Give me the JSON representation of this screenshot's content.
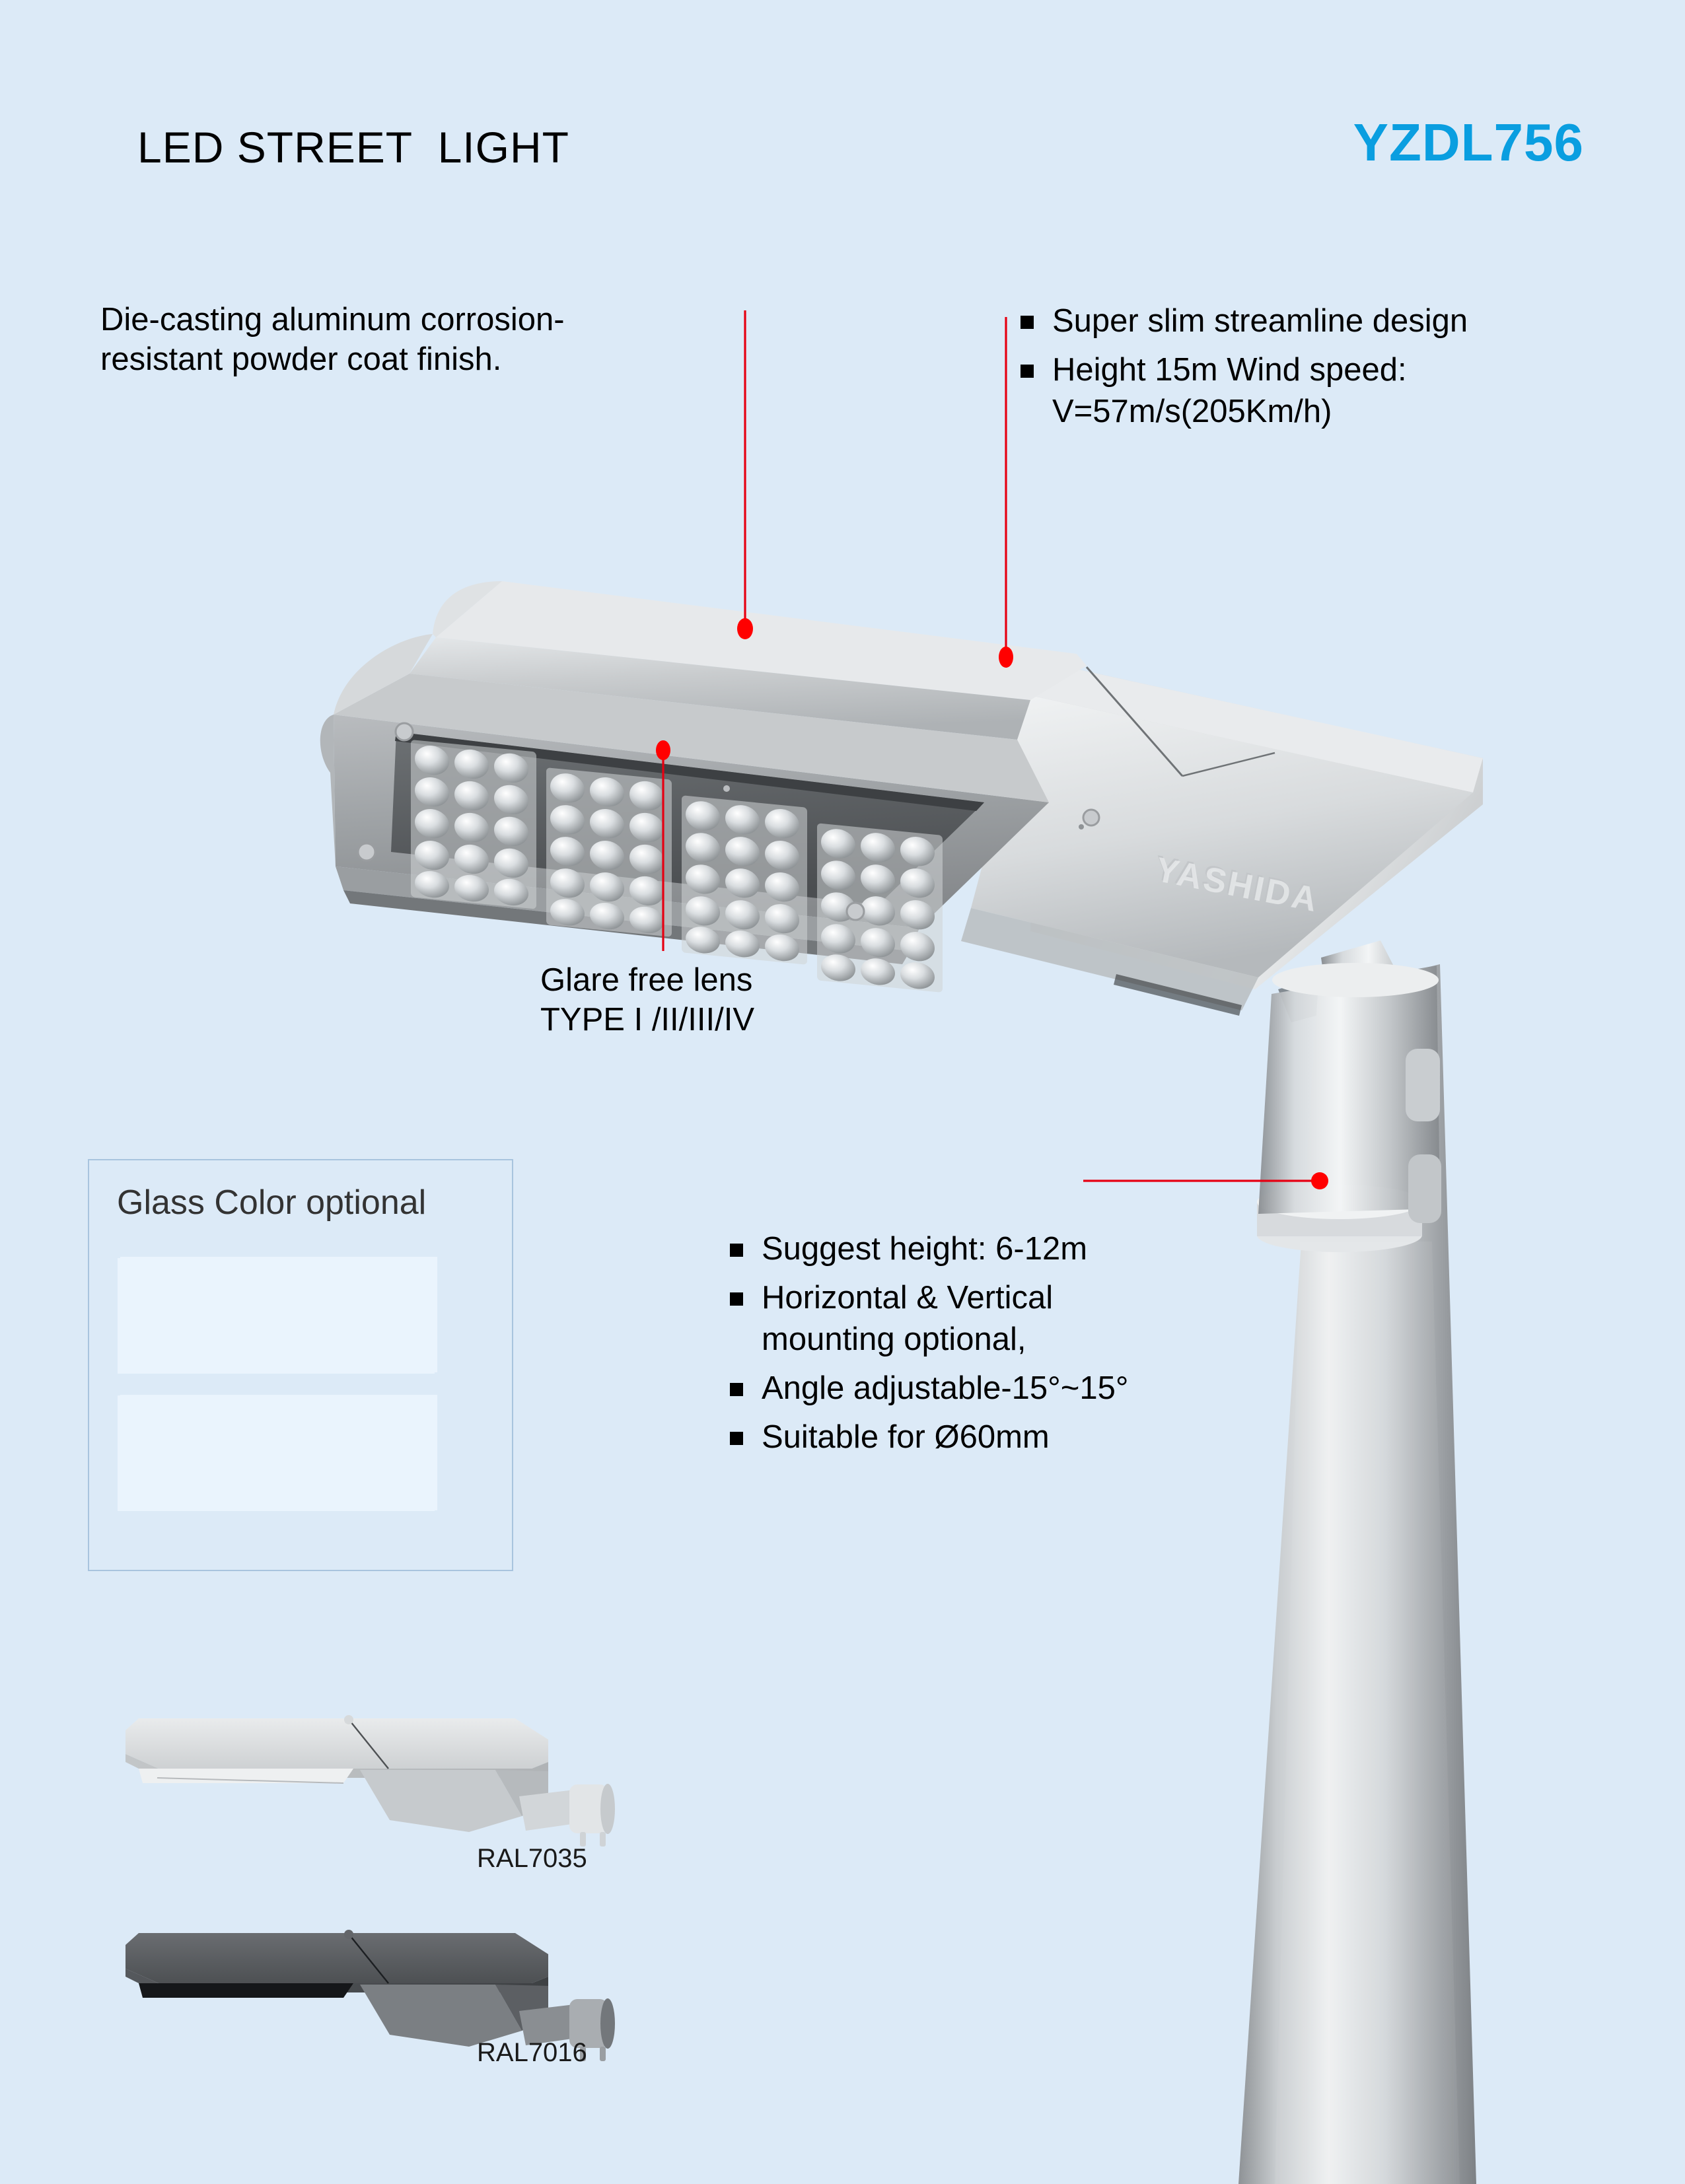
{
  "header": {
    "title": "LED STREET  LIGHT",
    "model": "YZDL756",
    "model_color": "#0a9ee0"
  },
  "background_color": "#dceaf7",
  "callouts": [
    {
      "id": "housing-finish",
      "lines": [
        "Die-casting aluminum corrosion-",
        "resistant powder coat finish."
      ]
    },
    {
      "id": "glare-free-lens",
      "lines": [
        "Glare free lens",
        "TYPE I /II/III/IV"
      ]
    }
  ],
  "features_top_right": {
    "items": [
      {
        "lines": [
          "Super slim streamline design"
        ]
      },
      {
        "lines": [
          "Height 15m Wind speed:",
          "V=57m/s(205Km/h)"
        ]
      }
    ]
  },
  "features_mid_right": {
    "items": [
      {
        "lines": [
          "Suggest height: 6-12m"
        ]
      },
      {
        "lines": [
          "Horizontal & Vertical",
          "mounting optional,"
        ]
      },
      {
        "lines": [
          "Angle adjustable-15°~15°"
        ]
      },
      {
        "lines": [
          "Suitable for Ø60mm"
        ]
      }
    ]
  },
  "glass_color_box": {
    "title": "Glass Color optional",
    "border_color": "#a8c4de",
    "swatches": [
      {
        "id": "cool-white-dark-bezel",
        "bezel_color": "#4a4a4c",
        "led_color": "#f5d76a"
      },
      {
        "id": "warm-white-grey-bezel",
        "bezel_color": "#b0b2b4",
        "led_color": "#f2c94c"
      }
    ]
  },
  "color_options": [
    {
      "label": "RAL7035",
      "body_color": "#d2d4d5",
      "swatch_hex": "#d2d4d5"
    },
    {
      "label": "RAL7016",
      "body_color": "#4b4e52",
      "swatch_hex": "#4b4e52"
    }
  ],
  "leader_line_color": "#e60012",
  "product": {
    "brand_emboss": "YASHIDA",
    "body_color": "#d3d6d8",
    "pole_color": "#b9bdc0"
  }
}
